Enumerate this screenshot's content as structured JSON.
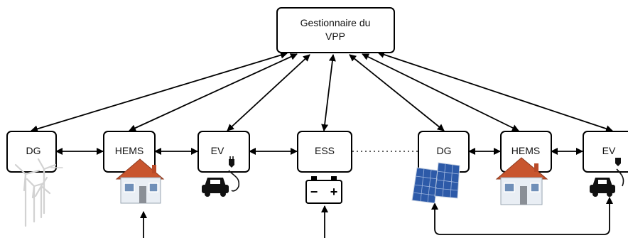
{
  "vpp": {
    "line1": "Gestionnaire du",
    "line2": "VPP"
  },
  "nodes": {
    "dg1": "DG",
    "hems1": "HEMS",
    "ev1": "EV",
    "ess": "ESS",
    "dg2": "DG",
    "hems2": "HEMS",
    "ev2": "EV"
  },
  "battery": {
    "minus": "−",
    "plus": "+"
  },
  "icons": [
    "wind-turbine-icon",
    "house-icon",
    "car-charging-icon",
    "battery-icon",
    "solar-panel-icon"
  ],
  "colors": {
    "stroke": "#000000",
    "roof": "#c8552e",
    "wall": "#e9eef4",
    "panel": "#2d5aa8"
  }
}
